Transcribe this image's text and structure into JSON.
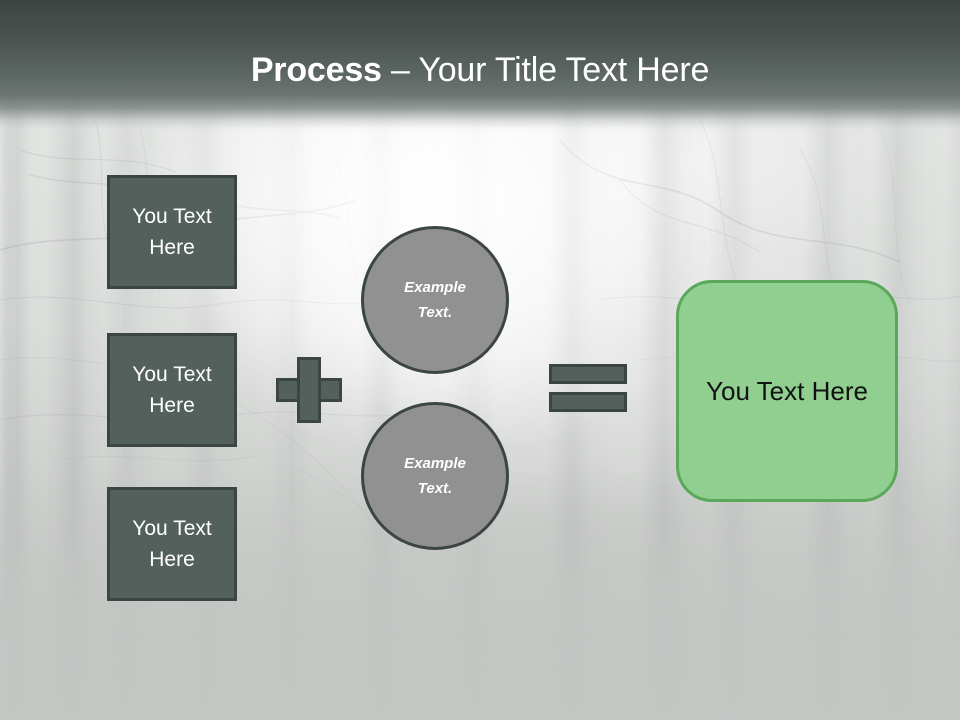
{
  "slide": {
    "title": {
      "strong": "Process",
      "rest": " – Your Title Text Here"
    },
    "theme": {
      "header_dark": "#3c4542",
      "header_light": "#6c7571",
      "shape_fill": "#53605c",
      "shape_border": "#3b4542",
      "circle_fill": "#919191",
      "result_fill": "#90cf90",
      "result_border": "#5aa85a",
      "title_text": "#ffffff",
      "background": "#c5c7c5"
    },
    "inputs": [
      {
        "label": "You Text Here"
      },
      {
        "label": "You Text Here"
      },
      {
        "label": "You Text Here"
      }
    ],
    "operators": {
      "plus": "plus-sign",
      "equals": "equals-sign"
    },
    "circles": [
      {
        "line1": "Example",
        "line2": "Text."
      },
      {
        "line1": "Example",
        "line2": "Text."
      }
    ],
    "result": {
      "label": "You Text Here"
    },
    "background_icon": "forest-photo"
  }
}
